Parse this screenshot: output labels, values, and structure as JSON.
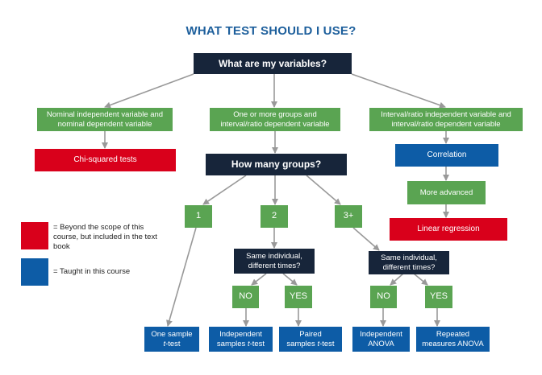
{
  "title": "WHAT TEST SHOULD I USE?",
  "nodes": {
    "root": "What are my variables?",
    "nominal": "Nominal independent variable and nominal dependent variable",
    "groups_interval": "One or more groups and interval/ratio dependent variable",
    "interval_interval": "Interval/ratio independent variable and interval/ratio dependent variable",
    "chi_squared": "Chi-squared tests",
    "how_many": "How many groups?",
    "correlation": "Correlation",
    "more_advanced": "More advanced",
    "linear_regression": "Linear regression",
    "g1": "1",
    "g2": "2",
    "g3": "3+",
    "same_individual_2": "Same individual, different times?",
    "same_individual_3": "Same individual, different times?",
    "no_2": "NO",
    "yes_2": "YES",
    "no_3": "NO",
    "yes_3": "YES"
  },
  "results": {
    "one_sample_a": "One sample",
    "one_sample_b": "t",
    "one_sample_c": "-test",
    "independent_a": "Independent",
    "independent_b": "samples ",
    "independent_c": "t",
    "independent_d": "-test",
    "paired_a": "Paired",
    "paired_b": "samples ",
    "paired_c": "t",
    "paired_d": "-test",
    "ind_anova_a": "Independent",
    "ind_anova_b": "ANOVA",
    "rep_anova_a": "Repeated",
    "rep_anova_b": "measures ANOVA"
  },
  "legend": {
    "red_text": "= Beyond the scope of this course, but included in the text book",
    "blue_text": "= Taught in this course"
  },
  "colors": {
    "dark": "#17253a",
    "green": "#5aa452",
    "red": "#d9001b",
    "blue": "#0d5ca6",
    "title": "#1d5f9c",
    "arrow": "#999999"
  }
}
